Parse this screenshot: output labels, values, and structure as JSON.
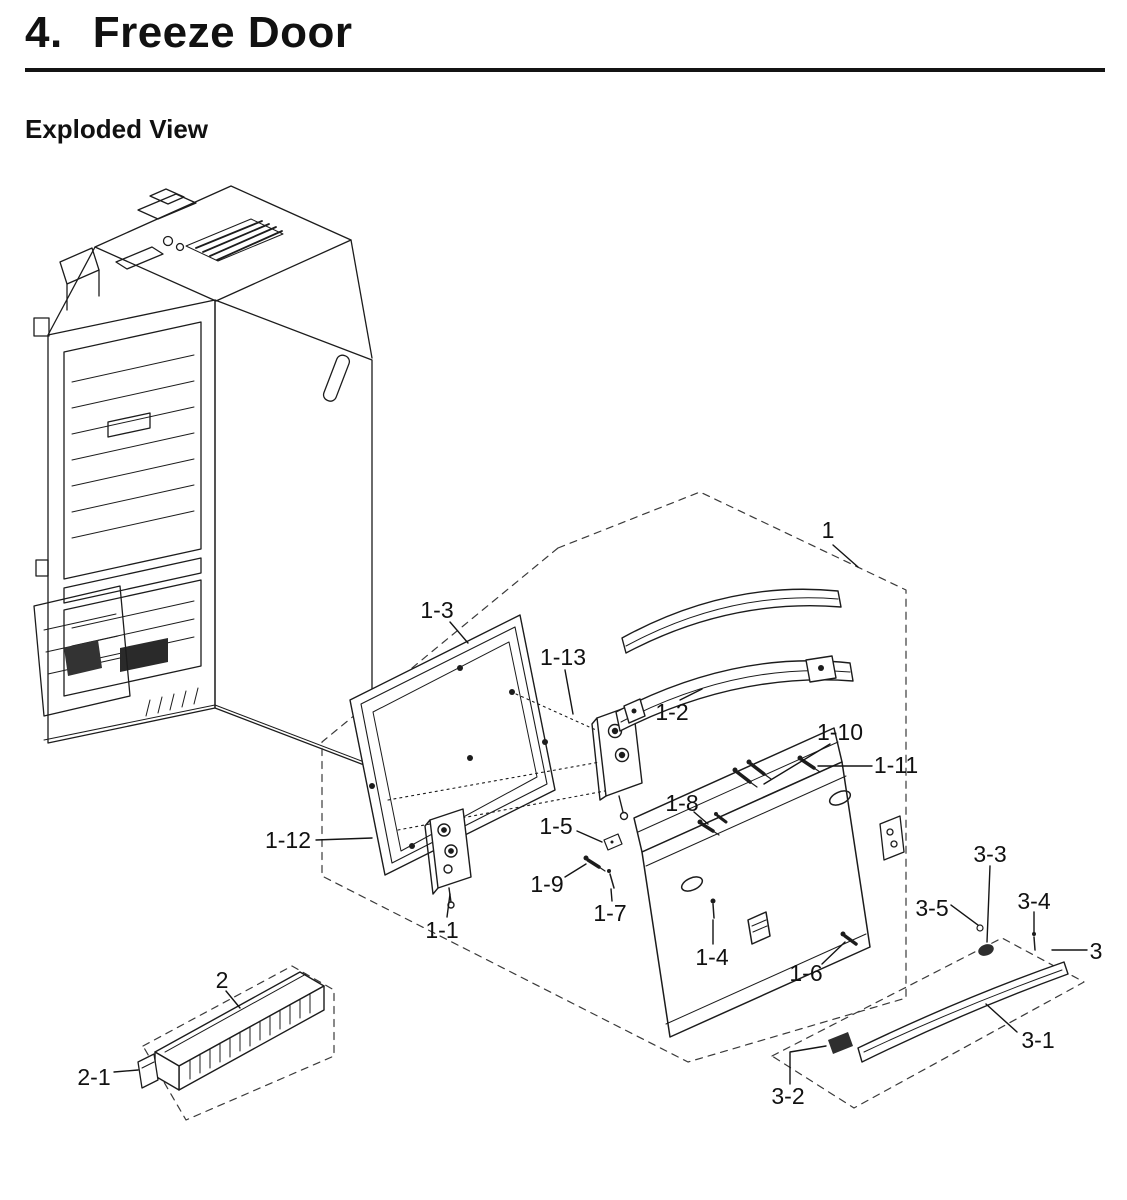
{
  "page": {
    "section_number": "4.",
    "section_title": "Freeze Door",
    "subtitle": "Exploded View"
  },
  "colors": {
    "ink": "#1c1c1c",
    "background": "#ffffff"
  },
  "labels": {
    "p1": "1",
    "p1_1": "1-1",
    "p1_2": "1-2",
    "p1_3": "1-3",
    "p1_4": "1-4",
    "p1_5": "1-5",
    "p1_6": "1-6",
    "p1_7": "1-7",
    "p1_8": "1-8",
    "p1_9": "1-9",
    "p1_10": "1-10",
    "p1_11": "1-11",
    "p1_12": "1-12",
    "p1_13": "1-13",
    "p2": "2",
    "p2_1": "2-1",
    "p3": "3",
    "p3_1": "3-1",
    "p3_2": "3-2",
    "p3_3": "3-3",
    "p3_4": "3-4",
    "p3_5": "3-5"
  }
}
